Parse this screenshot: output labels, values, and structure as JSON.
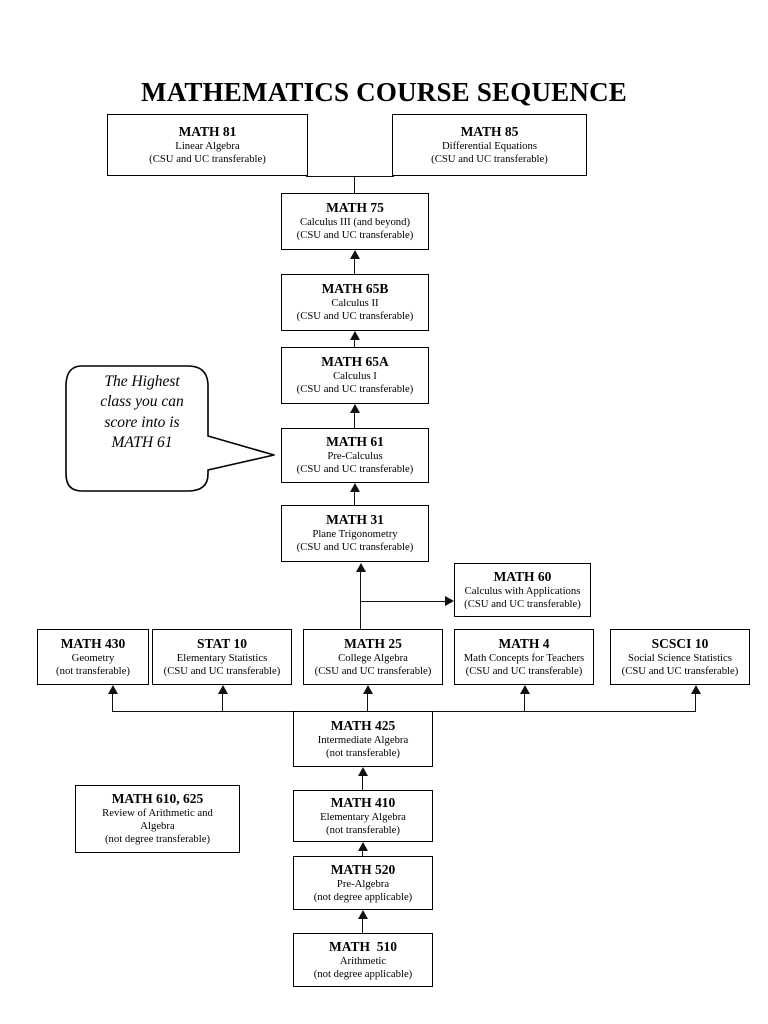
{
  "title": "MATHEMATICS COURSE SEQUENCE",
  "callout": {
    "line1": "The Highest",
    "line2": "class you can",
    "line3": "score into is",
    "line4": "MATH 61"
  },
  "nodes": {
    "math81": {
      "code": "MATH 81",
      "name": "Linear Algebra",
      "transfer": "(CSU and UC transferable)"
    },
    "math85": {
      "code": "MATH 85",
      "name": "Differential Equations",
      "transfer": "(CSU and UC transferable)"
    },
    "math75": {
      "code": "MATH 75",
      "name": "Calculus III (and beyond)",
      "transfer": "(CSU and UC transferable)"
    },
    "math65b": {
      "code": "MATH 65B",
      "name": "Calculus II",
      "transfer": "(CSU and UC transferable)"
    },
    "math65a": {
      "code": "MATH 65A",
      "name": "Calculus I",
      "transfer": "(CSU and UC transferable)"
    },
    "math61": {
      "code": "MATH 61",
      "name": "Pre-Calculus",
      "transfer": "(CSU and UC transferable)"
    },
    "math31": {
      "code": "MATH 31",
      "name": "Plane Trigonometry",
      "transfer": "(CSU and UC transferable)"
    },
    "math60": {
      "code": "MATH 60",
      "name": "Calculus with Applications",
      "transfer": "(CSU and UC transferable)"
    },
    "math430": {
      "code": "MATH 430",
      "name": "Geometry",
      "transfer": "(not transferable)"
    },
    "stat10": {
      "code": "STAT 10",
      "name": "Elementary Statistics",
      "transfer": "(CSU and UC transferable)"
    },
    "math25": {
      "code": "MATH 25",
      "name": "College Algebra",
      "transfer": "(CSU and UC transferable)"
    },
    "math4": {
      "code": "MATH 4",
      "name": "Math Concepts for Teachers",
      "transfer": "(CSU and UC transferable)"
    },
    "scsci10": {
      "code": "SCSCI 10",
      "name": "Social Science Statistics",
      "transfer": "(CSU and UC transferable)"
    },
    "math425": {
      "code": "MATH 425",
      "name": "Intermediate Algebra",
      "transfer": "(not transferable)"
    },
    "math610": {
      "code": "MATH 610, 625",
      "name": "Review of Arithmetic and",
      "name2": "Algebra",
      "transfer": "(not degree transferable)"
    },
    "math410": {
      "code": "MATH 410",
      "name": "Elementary Algebra",
      "transfer": "(not transferable)"
    },
    "math520": {
      "code": "MATH 520",
      "name": "Pre-Algebra",
      "transfer": "(not degree applicable)"
    },
    "math510": {
      "code": "MATH  510",
      "name": "Arithmetic",
      "transfer": "(not degree applicable)"
    }
  },
  "colors": {
    "line": "#111111",
    "border": "#000000",
    "background": "#ffffff",
    "text": "#000000"
  }
}
